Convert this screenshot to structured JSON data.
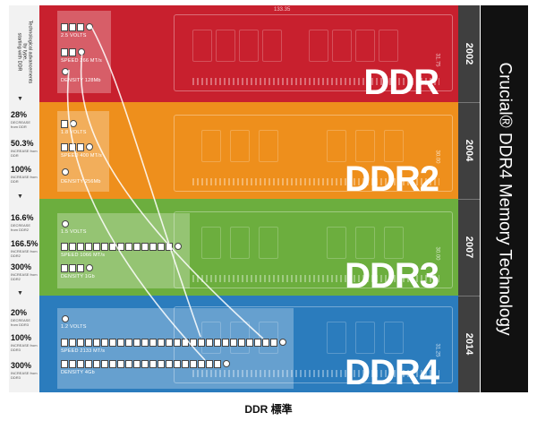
{
  "brand": {
    "title": "Crucial® DDR4 Memory Technology"
  },
  "left_note": "Technological advancements\nby type,\nstarting with DDR",
  "colors": {
    "ddr": "#c8202e",
    "ddr2": "#ee8f1c",
    "ddr3": "#6cae3e",
    "ddr4": "#2b7cbd",
    "year_bar": "#3f3f3f",
    "brand_bar": "#111111"
  },
  "dimensions": {
    "width": "133.35",
    "height_ddr": "31.75",
    "height_ddr2": "30.00",
    "height_ddr3": "30.00",
    "height_ddr4": "31.25"
  },
  "generations": [
    {
      "name": "DDR",
      "year": "2002",
      "volts": "2.5 VOLTS",
      "speed": "SPEED 266 MT/s",
      "density": "DENSITY 128Mb",
      "volts_pct": "",
      "speed_pct": "",
      "density_pct": "",
      "volts_sub": "",
      "speed_sub": "",
      "density_sub": ""
    },
    {
      "name": "DDR2",
      "year": "2004",
      "volts": "1.8 VOLTS",
      "speed": "SPEED 400 MT/s",
      "density": "DENSITY 256Mb",
      "volts_pct": "28%",
      "speed_pct": "50.3%",
      "density_pct": "100%",
      "volts_sub": "DECREASE from DDR",
      "speed_sub": "INCREASE from DDR",
      "density_sub": "INCREASE from DDR"
    },
    {
      "name": "DDR3",
      "year": "2007",
      "volts": "1.5 VOLTS",
      "speed": "SPEED 1066 MT/s",
      "density": "DENSITY 1Gb",
      "volts_pct": "16.6%",
      "speed_pct": "166.5%",
      "density_pct": "300%",
      "volts_sub": "DECREASE from DDR2",
      "speed_sub": "INCREASE from DDR2",
      "density_sub": "INCREASE from DDR2"
    },
    {
      "name": "DDR4",
      "year": "2014",
      "volts": "1.2 VOLTS",
      "speed": "SPEED 2133 MT/s",
      "density": "DENSITY 4Gb",
      "volts_pct": "20%",
      "speed_pct": "100%",
      "density_pct": "300%",
      "volts_sub": "DECREASE from DDR3",
      "speed_sub": "INCREASE from DDR3",
      "density_sub": "INCREASE from DDR3"
    }
  ],
  "caption": "DDR 標準"
}
